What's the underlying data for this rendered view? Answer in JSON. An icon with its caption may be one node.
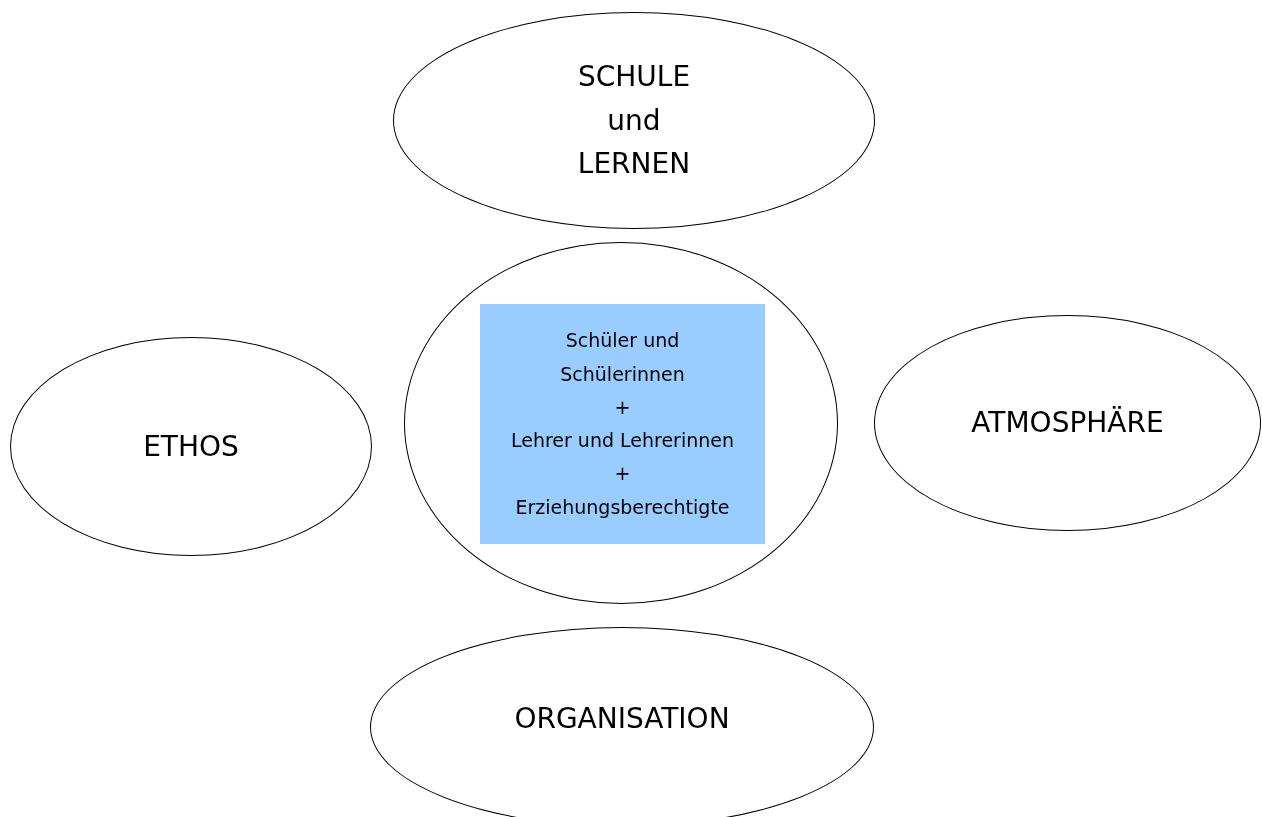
{
  "diagram": {
    "nodes": [
      {
        "text": [
          "SCHULE und LERNEN"
        ]
      },
      {
        "text": [
          "ETHOS"
        ]
      },
      {
        "text": [],
        "shape": "ellipse"
      },
      {
        "text": [
          "Schüler und Schülerinnen",
          "+",
          "Lehrer und Lehrerinnen",
          "+",
          "Erziehungsberechtigte"
        ],
        "in": 2
      },
      {
        "text": [
          "ATMOSPHÄRE"
        ]
      },
      {
        "text": [
          "ORGANISATION"
        ]
      }
    ]
  }
}
